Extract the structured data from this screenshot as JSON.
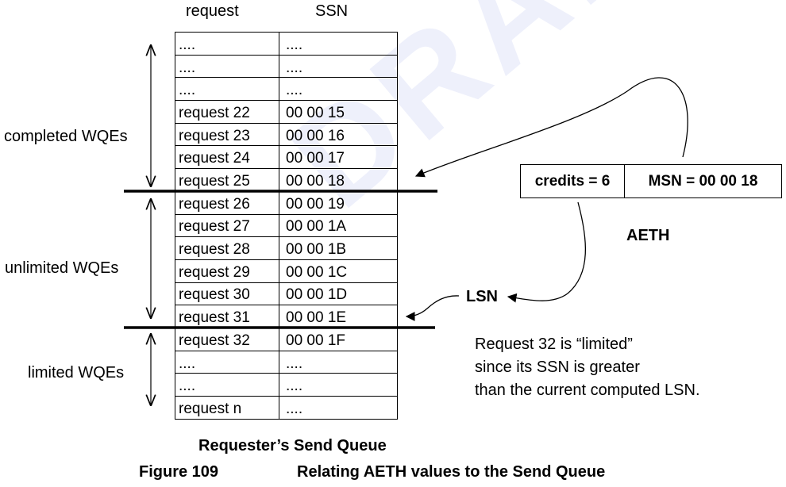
{
  "headers": {
    "request": "request",
    "ssn": "SSN"
  },
  "rows": [
    {
      "request": "....",
      "ssn": "...."
    },
    {
      "request": "....",
      "ssn": "...."
    },
    {
      "request": "....",
      "ssn": "...."
    },
    {
      "request": "request 22",
      "ssn": "00 00 15"
    },
    {
      "request": "request 23",
      "ssn": "00 00 16"
    },
    {
      "request": "request 24",
      "ssn": "00 00 17"
    },
    {
      "request": "request 25",
      "ssn": "00 00 18"
    },
    {
      "request": "request 26",
      "ssn": "00 00 19"
    },
    {
      "request": "request 27",
      "ssn": "00 00 1A"
    },
    {
      "request": "request 28",
      "ssn": "00 00 1B"
    },
    {
      "request": "request 29",
      "ssn": "00 00 1C"
    },
    {
      "request": "request 30",
      "ssn": "00 00 1D"
    },
    {
      "request": "request 31",
      "ssn": "00 00 1E"
    },
    {
      "request": "request 32",
      "ssn": "00 00 1F"
    },
    {
      "request": "....",
      "ssn": "...."
    },
    {
      "request": "....",
      "ssn": "...."
    },
    {
      "request": "request n",
      "ssn": "...."
    }
  ],
  "groups": {
    "completed": "completed WQEs",
    "unlimited": "unlimited WQEs",
    "limited": "limited WQEs"
  },
  "aeth": {
    "credits": "credits = 6",
    "msn": "MSN = 00 00 18",
    "label": "AETH"
  },
  "lsn_label": "LSN",
  "note": [
    "Request 32 is “limited”",
    "since its SSN is greater",
    "than the current computed LSN."
  ],
  "queue_label": "Requester’s Send Queue",
  "figure": {
    "number": "Figure 109",
    "title": "Relating AETH values to the Send Queue"
  },
  "watermark": "DRAFT"
}
